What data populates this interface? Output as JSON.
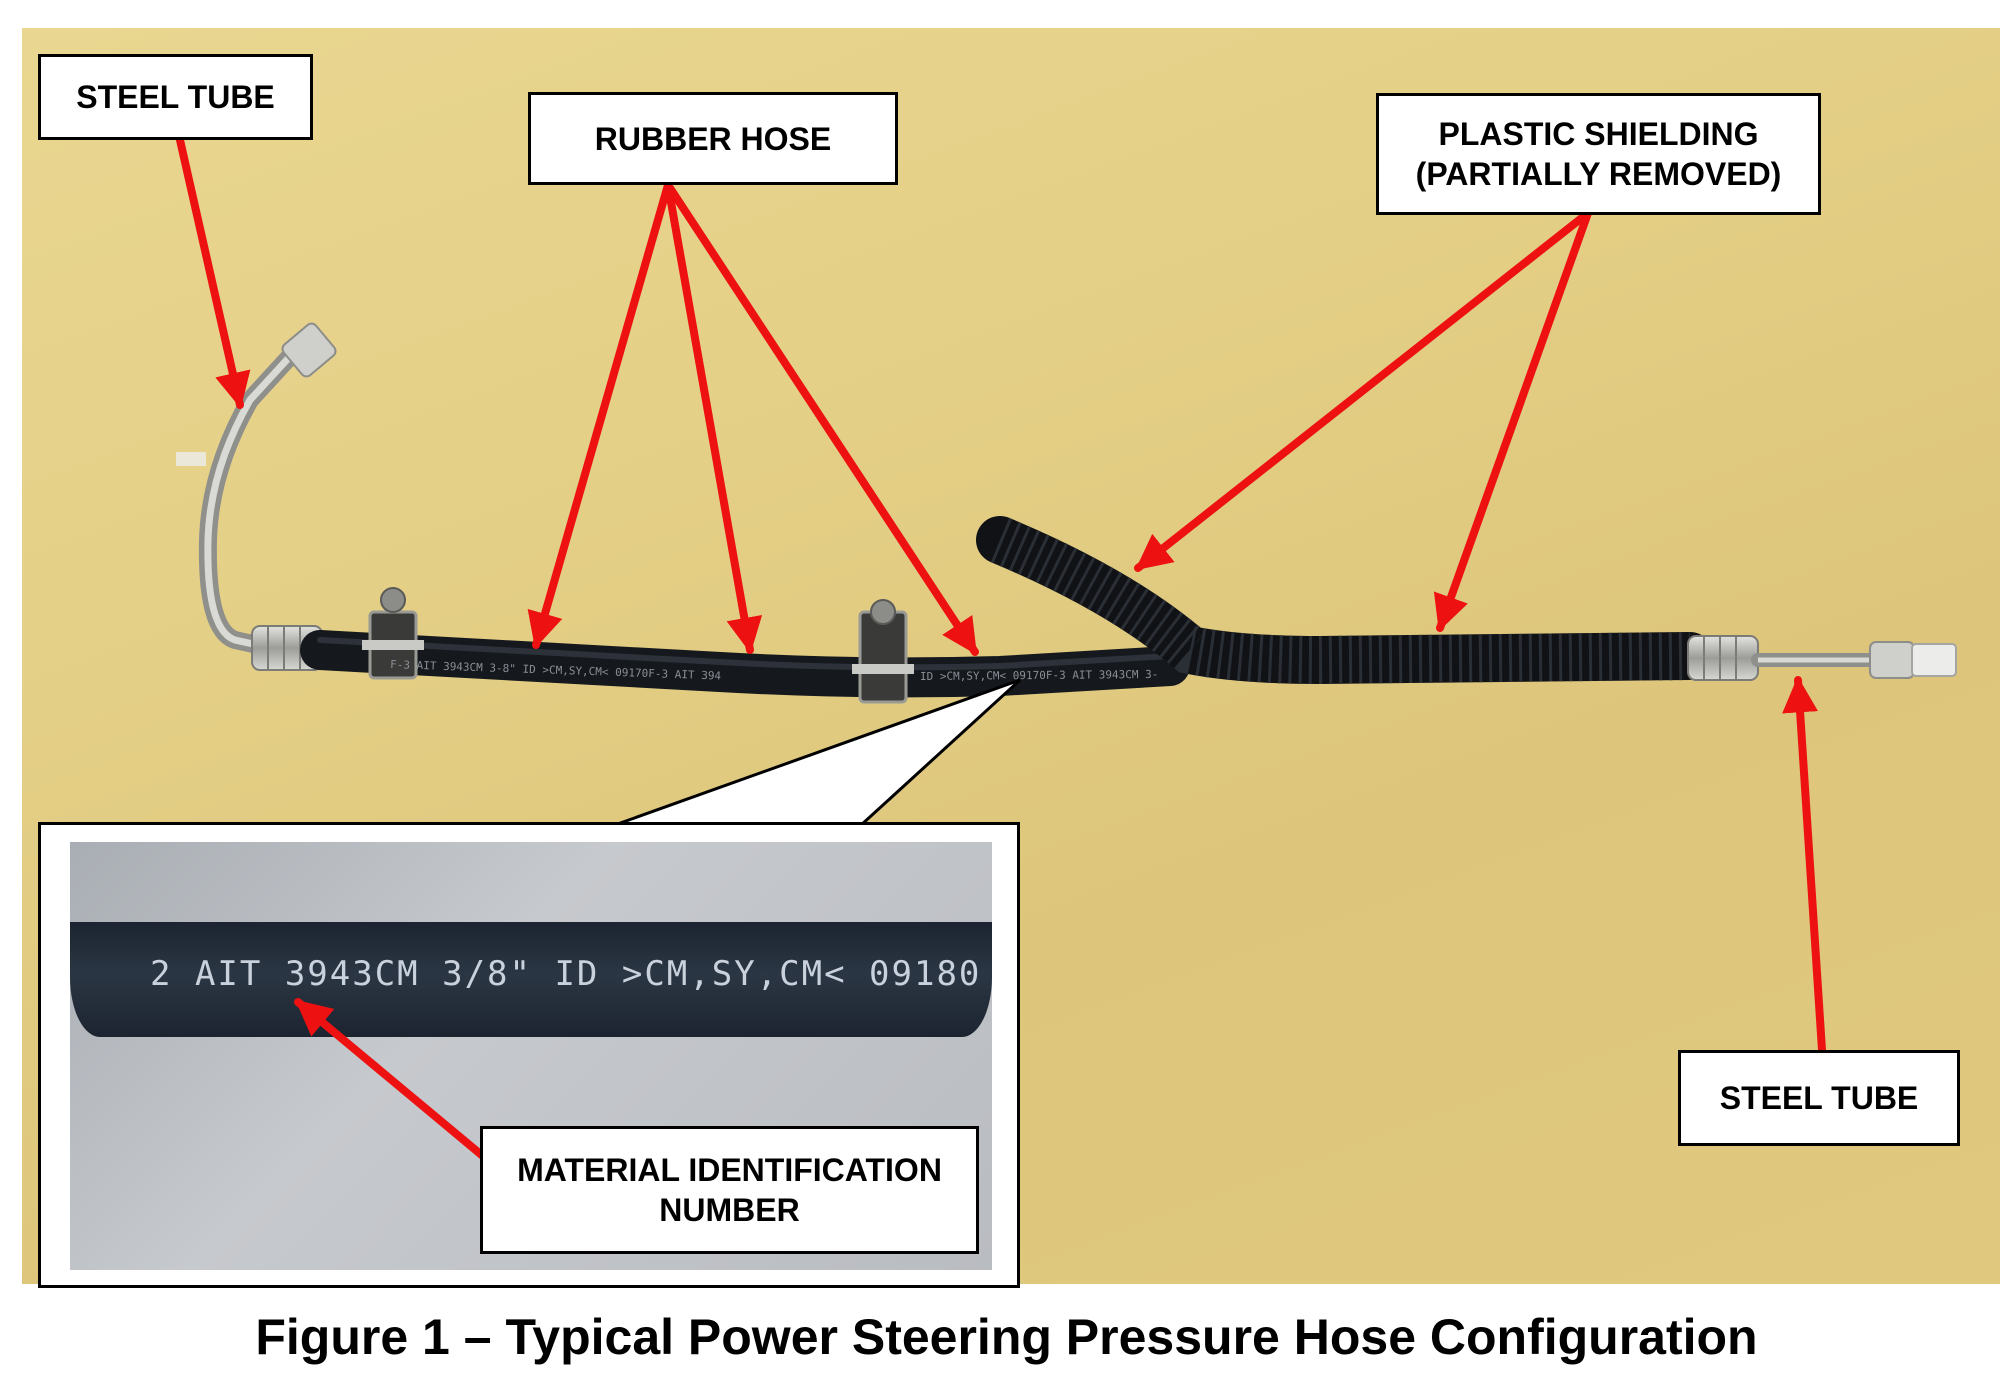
{
  "labels": {
    "steel_tube_left": "STEEL TUBE",
    "rubber_hose": "RUBBER HOSE",
    "plastic_shielding_line1": "PLASTIC SHIELDING",
    "plastic_shielding_line2": "(PARTIALLY REMOVED)",
    "steel_tube_right": "STEEL TUBE",
    "material_id_line1": "MATERIAL IDENTIFICATION",
    "material_id_line2": "NUMBER"
  },
  "hose_markings": {
    "inset_text": "2  AIT 3943CM 3/8\" ID >CM,SY,CM< 09180",
    "segment_1": "F-3   AIT 3943CM 3-8\" ID >CM,SY,CM< 09170F-3   AIT 394",
    "segment_2": "ID >CM,SY,CM< 09170F-3   AIT 3943CM 3-"
  },
  "caption": "Figure 1 – Typical Power Steering Pressure Hose Configuration",
  "colors": {
    "arrow": "#ee1111",
    "hose": "#15181d",
    "background": "#e4cf86",
    "metal": "#b8b8b4"
  }
}
